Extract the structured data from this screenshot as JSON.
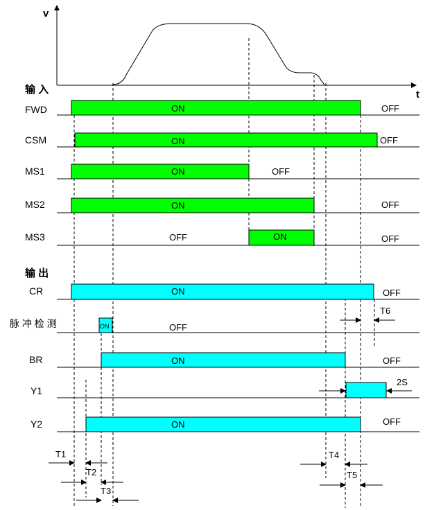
{
  "axes": {
    "y_label": "v",
    "x_label": "t"
  },
  "sections": {
    "input": "输 入",
    "output": "输 出"
  },
  "rows": [
    {
      "label": "FWD",
      "on_text": "ON",
      "off_text": "OFF"
    },
    {
      "label": "CSM",
      "on_text": "ON",
      "off_text": "OFF"
    },
    {
      "label": "MS1",
      "on_text": "ON",
      "off_text": "OFF"
    },
    {
      "label": "MS2",
      "on_text": "ON",
      "off_text": "OFF"
    },
    {
      "label": "MS3",
      "on_text": "ON",
      "off_text": "OFF",
      "off_text_2": "OFF"
    },
    {
      "label": "CR",
      "on_text": "ON",
      "off_text": "OFF"
    },
    {
      "label": "脉 冲 检 测",
      "on_text": "ON",
      "off_text": "OFF"
    },
    {
      "label": "BR",
      "on_text": "ON",
      "off_text": "OFF"
    },
    {
      "label": "Y1",
      "on_text": "",
      "off_text": ""
    },
    {
      "label": "Y2",
      "on_text": "ON",
      "off_text": "OFF"
    }
  ],
  "timings": {
    "t1": "T1",
    "t2": "T2",
    "t3": "T3",
    "t4": "T4",
    "t5": "T5",
    "t6": "T6",
    "y1_duration": "2S"
  },
  "colors": {
    "input_on": "#00ff00",
    "output_on": "#00ffff",
    "line": "#000000"
  }
}
